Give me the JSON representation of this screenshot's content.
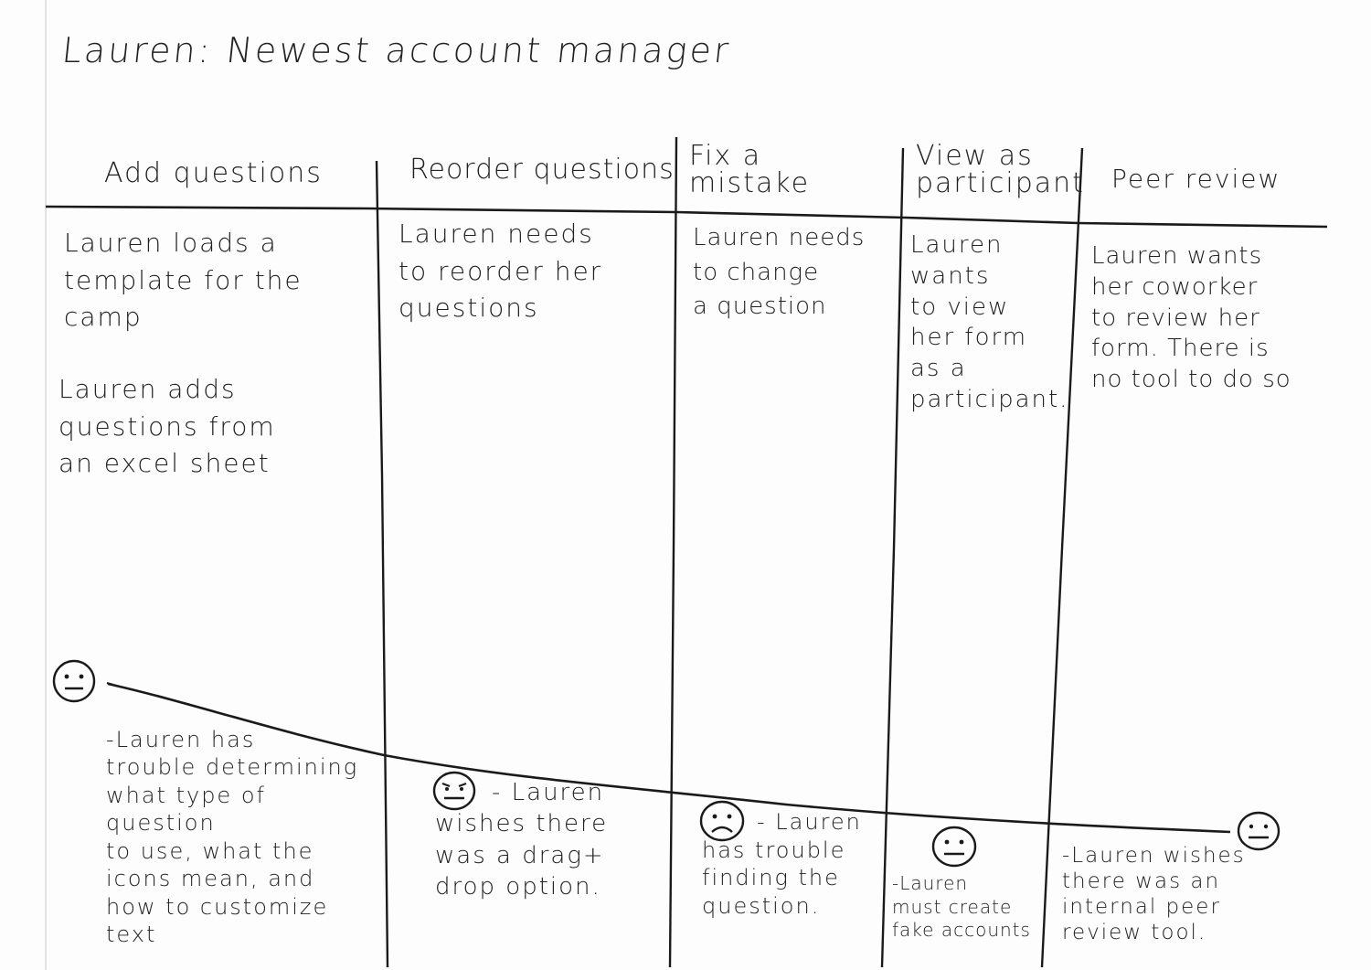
{
  "title": "Lauren: Newest account manager",
  "columns": [
    {
      "heading": "Add questions",
      "steps": [
        "Lauren loads a\ntemplate for the\ncamp",
        "Lauren adds\nquestions from\nan excel sheet"
      ],
      "emotion": "neutral",
      "pain_point": "-Lauren has\ntrouble determining\nwhat type of question\nto use, what the\nicons mean, and\nhow to customize\ntext"
    },
    {
      "heading": "Reorder questions",
      "steps": [
        "Lauren needs\nto reorder her\nquestions"
      ],
      "emotion": "frustrated",
      "pain_point": "- Lauren\nwishes there\nwas a drag+\ndrop option."
    },
    {
      "heading": "Fix a\nmistake",
      "steps": [
        "Lauren needs\nto change\na question"
      ],
      "emotion": "sad",
      "pain_point": "- Lauren\nhas trouble\nfinding the\nquestion."
    },
    {
      "heading": "View as\nparticipant",
      "steps": [
        "Lauren\nwants\nto view\nher form\nas a\nparticipant."
      ],
      "emotion": "neutral",
      "pain_point": "-Lauren\nmust create\nfake accounts"
    },
    {
      "heading": "Peer review",
      "steps": [
        "Lauren wants\nher coworker\nto review her\nform. There is\nno tool to do so"
      ],
      "emotion": "neutral",
      "pain_point": "-Lauren wishes\nthere was an\ninternal peer\nreview tool."
    }
  ],
  "ink_color": "#1a1a1a"
}
